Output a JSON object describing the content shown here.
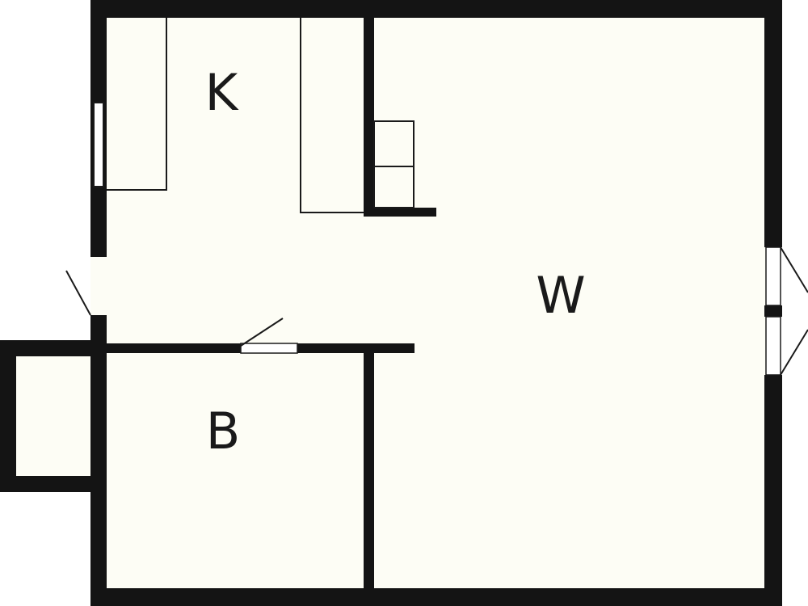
{
  "floorplan": {
    "rooms": [
      {
        "id": "kitchen",
        "label": "K"
      },
      {
        "id": "living",
        "label": "W"
      },
      {
        "id": "bathroom",
        "label": "B"
      }
    ],
    "colors": {
      "wall": "#141414",
      "floor": "#fdfdf5",
      "line": "#1a1a1a",
      "background": "#ffffff"
    }
  }
}
